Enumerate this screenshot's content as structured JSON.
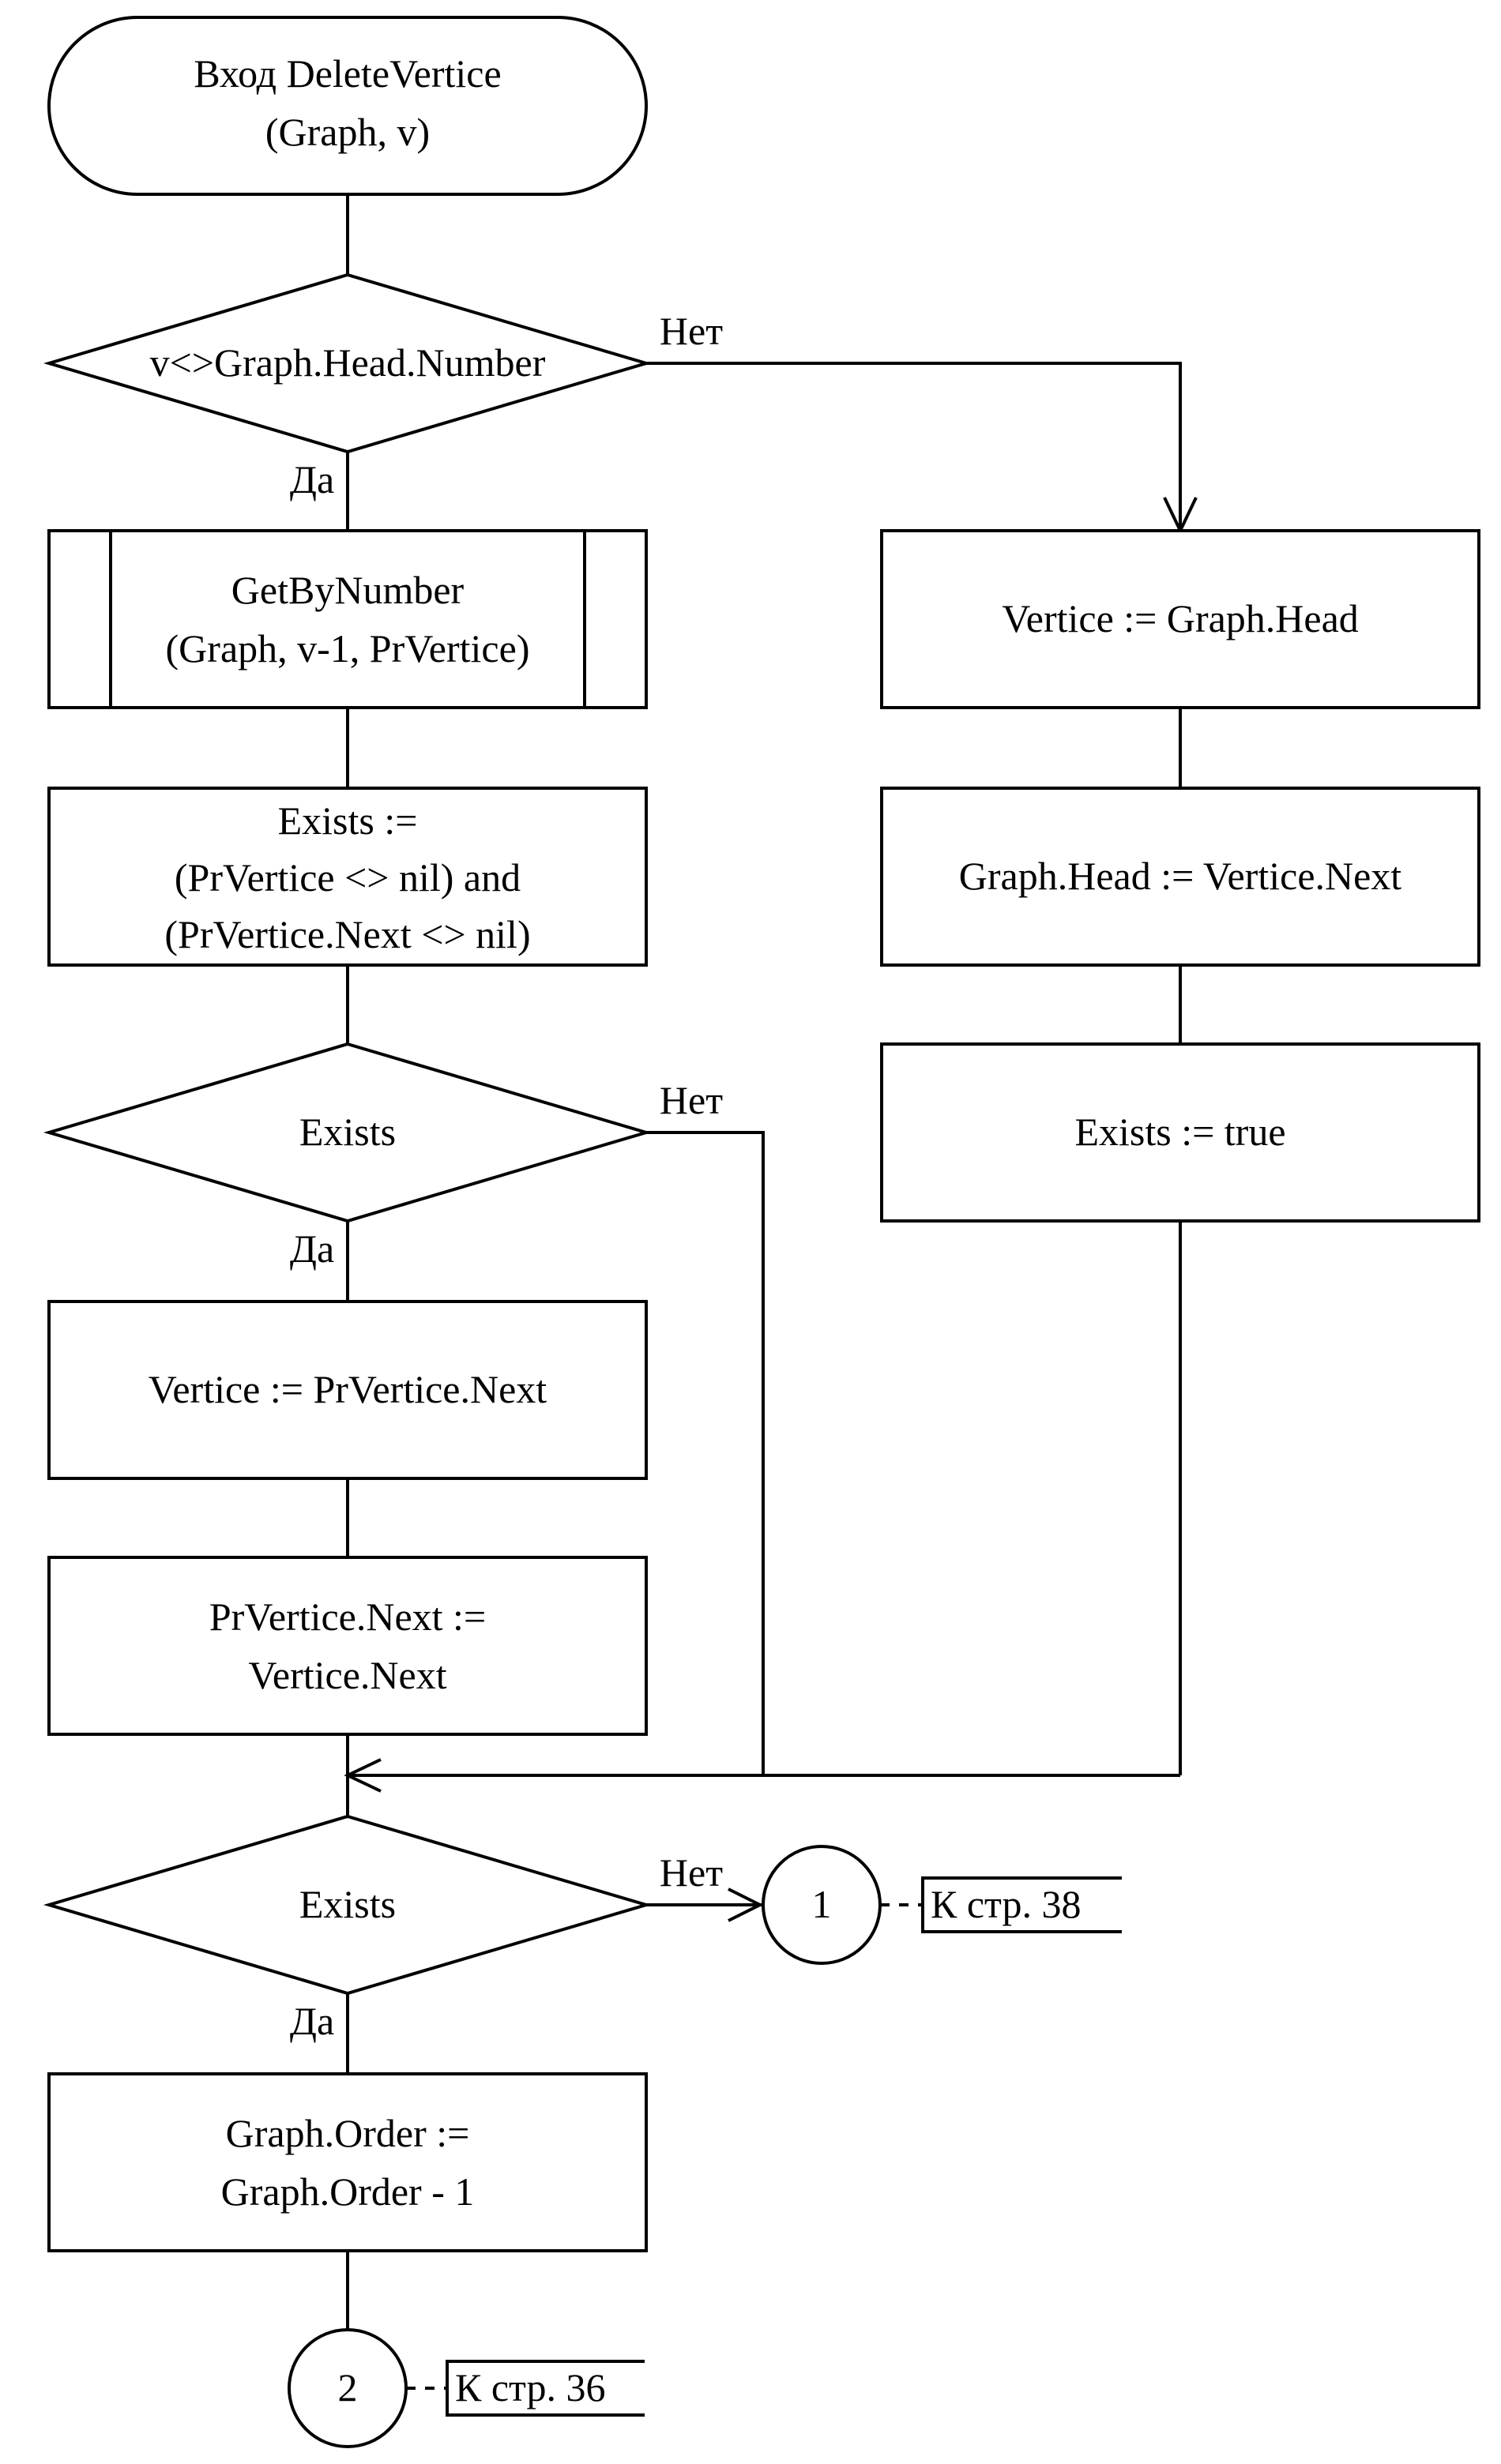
{
  "diagram": {
    "start": {
      "lines": [
        "Вход DeleteVertice",
        "(Graph, v)"
      ]
    },
    "cond_head": {
      "text": "v<>Graph.Head.Number",
      "yes": "Да",
      "no": "Нет"
    },
    "get_by_number": {
      "lines": [
        "GetByNumber",
        "(Graph, v-1, PrVertice)"
      ]
    },
    "exists_assign": {
      "lines": [
        "Exists :=",
        "(PrVertice <> nil) and",
        "(PrVertice.Next <> nil)"
      ]
    },
    "cond_exists_1": {
      "text": "Exists",
      "yes": "Да",
      "no": "Нет"
    },
    "vertice_assign": {
      "text": "Vertice := PrVertice.Next"
    },
    "prvertice_next": {
      "lines": [
        "PrVertice.Next :=",
        "Vertice.Next"
      ]
    },
    "cond_exists_2": {
      "text": "Exists",
      "yes": "Да",
      "no": "Нет"
    },
    "order_decrement": {
      "lines": [
        "Graph.Order :=",
        "Graph.Order - 1"
      ]
    },
    "connector_2": {
      "text": "2",
      "ref": "К стр. 36"
    },
    "connector_1": {
      "text": "1",
      "ref": "К стр. 38"
    },
    "head_vertice": {
      "text": "Vertice := Graph.Head"
    },
    "head_next": {
      "text": "Graph.Head := Vertice.Next"
    },
    "exists_true": {
      "text": "Exists := true"
    }
  }
}
